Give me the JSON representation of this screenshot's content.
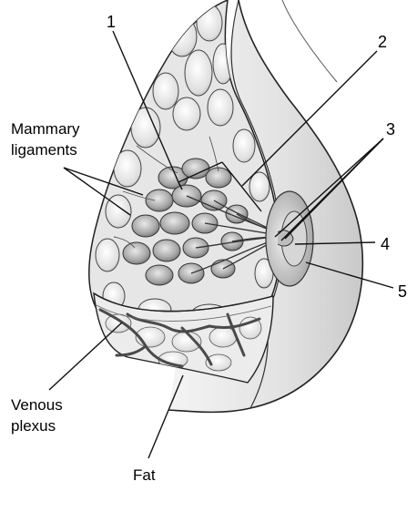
{
  "labels": {
    "n1": "1",
    "n2": "2",
    "n3": "3",
    "n4": "4",
    "n5": "5",
    "mammary_line1": "Mammary",
    "mammary_line2": "ligaments",
    "venous_line1": "Venous",
    "venous_line2": "plexus",
    "fat": "Fat"
  }
}
